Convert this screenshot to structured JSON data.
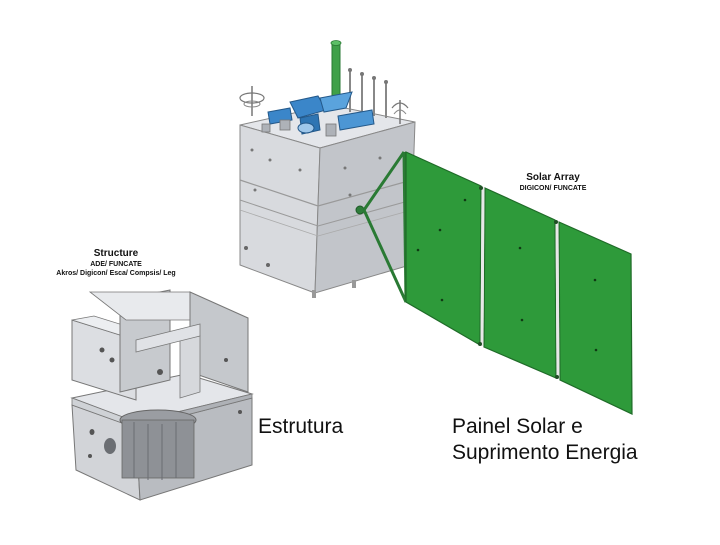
{
  "structure_label": {
    "title": "Structure",
    "org": "ADE/ FUNCATE",
    "suppliers": "Akros/ Digicon/ Esca/ Compsis/ Leg"
  },
  "solar_label": {
    "title": "Solar Array",
    "org": "DIGICON/ FUNCATE"
  },
  "captions": {
    "structure": "Estrutura",
    "solar_line1": "Painel Solar e",
    "solar_line2": "Suprimento Energia"
  },
  "colors": {
    "panel": "#2e9a3a",
    "panel_edge": "#1f6b28",
    "body": "#d6d8dc",
    "body_dark": "#b5b8bd",
    "instrument": "#3b86c9",
    "mast": "#3fa049"
  }
}
